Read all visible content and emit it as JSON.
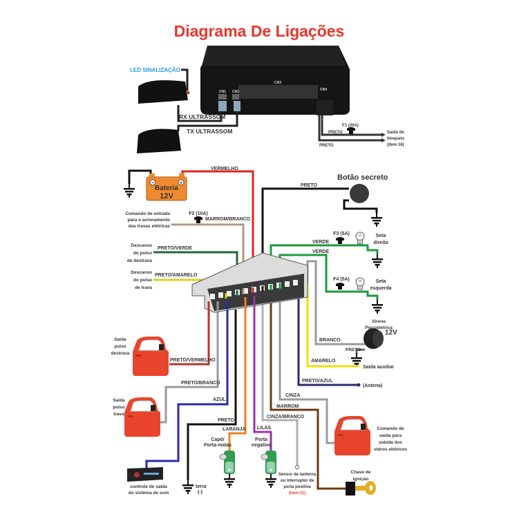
{
  "title": "Diagrama De Ligações",
  "colors": {
    "title": "#e8362c",
    "led_label": "#2a9de0",
    "red_wire": "#e52222",
    "green_wire": "#1a9a3a",
    "yellow_wire": "#f2e000",
    "orange_wire": "#f08020",
    "purple_wire": "#9a30b0",
    "blue_wire": "#2a2aa8",
    "brown_wire": "#6b3a10",
    "grey_wire": "#9a9a9a",
    "battery": "#f08a30",
    "door": "#e8442c",
    "item11": "#e8362c"
  },
  "module": {
    "cn1": "CN1",
    "cn2": "CN2",
    "cn3": "CN3",
    "cn4": "CN4",
    "led_label": "LED SINALIZAÇÃO",
    "rx_label": "RX ULTRASSOM",
    "tx_label": "TX ULTRASSOM",
    "wire_preto_1": "PRETO",
    "wire_preto_2": "PRETO",
    "fuse_f1": "F1 (20A)",
    "bloqueio": [
      "Saida de",
      "bloqueio",
      "(item 16)"
    ]
  },
  "harness": {
    "battery": {
      "name": "Bateria",
      "voltage": "12V",
      "minus": "−",
      "plus": "+"
    },
    "vermelho": "VERMELHO",
    "botao_title": "Botão secreto",
    "botao_wire": "PRETO",
    "fuse_f2": "F2 (10A)",
    "marrom_branco": "MARROM/BRANCO",
    "comando_entrada": [
      "Comando de entrada",
      "para o acionamento",
      "das travas elétricas"
    ],
    "preto_verde": "PRETO/VERDE",
    "descanso_destrava": [
      "Descanso",
      "do pulso",
      "de destrava"
    ],
    "preto_amarelo": "PRETO/AMARELO",
    "descanso_trava": [
      "Descanso",
      "do pulso",
      "de trava"
    ],
    "verde_1": "VERDE",
    "verde_2": "VERDE",
    "fuse_f3": "F3 (5A)",
    "fuse_f4": "F4 (5A)",
    "seta_direita": [
      "Seta",
      "direita"
    ],
    "seta_esquerda": [
      "Seta",
      "esquerda"
    ],
    "sirene": [
      "Sirene",
      "Piezoelétrica"
    ],
    "sirene_voltage": "12V",
    "branco": "BRANCO",
    "sirene_preto": "PRETO",
    "amarelo": "AMARELO",
    "saida_auxiliar": "Saída auxiliar",
    "preto_azul": "PRETO/AZUL",
    "antena": "(Antena)",
    "cinza": "CINZA",
    "marrom": "MARROM",
    "cinza_branco": "CINZA/BRANCO",
    "vidros": [
      "Comando de",
      "saída para",
      "subida dos",
      "vidros elétricos"
    ],
    "chave": [
      "Chave de",
      "ignição"
    ],
    "sensor": [
      "Sensor de lanterna",
      "ou Interruptor de",
      "porta positiva"
    ],
    "item11": "(item 11)",
    "lilas": "LILAS",
    "porta_negativa": [
      "Porta",
      "negativa"
    ],
    "laranja": "LARANJA",
    "capo": [
      "Capô/",
      "Porta-malas"
    ],
    "preto": "PRETO",
    "terra": [
      "terra",
      "(-)"
    ],
    "azul": "AZUL",
    "som": [
      "controle de saída",
      "do sistema de som"
    ],
    "preto_branco": "PRETO/BRANCO",
    "saida_trava": [
      "Saída",
      "pulso",
      "trava"
    ],
    "preto_vermelho": "PRETO/VERMELHO",
    "saida_destrava": [
      "Saída",
      "pulso",
      "destrava"
    ]
  }
}
